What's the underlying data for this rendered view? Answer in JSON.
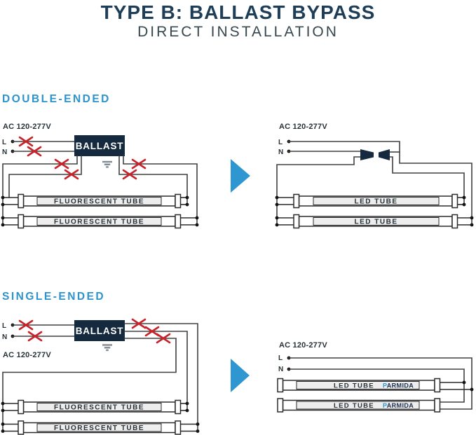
{
  "header": {
    "title": "TYPE B: BALLAST BYPASS",
    "subtitle": "DIRECT INSTALLATION"
  },
  "sections": {
    "double_ended": {
      "heading": "DOUBLE-ENDED"
    },
    "single_ended": {
      "heading": "SINGLE-ENDED"
    }
  },
  "labels": {
    "ac_voltage": "AC 120-277V",
    "line": "L",
    "neutral": "N",
    "ballast": "BALLAST",
    "fluorescent_tube": "FLUORESCENT TUBE",
    "led_tube": "LED TUBE",
    "brand": "PARMIDA",
    "brand_initial": "P",
    "brand_rest": "ARMIDA"
  },
  "colors": {
    "title_navy": "#1e3d56",
    "subtitle_gray": "#37474f",
    "section_blue": "#2d93cd",
    "arrow_blue": "#2e96d1",
    "cross_red": "#c8232a",
    "ballast_navy": "#152a3e",
    "wire_gray": "#404040",
    "tube_label_fill": "#ededed"
  }
}
